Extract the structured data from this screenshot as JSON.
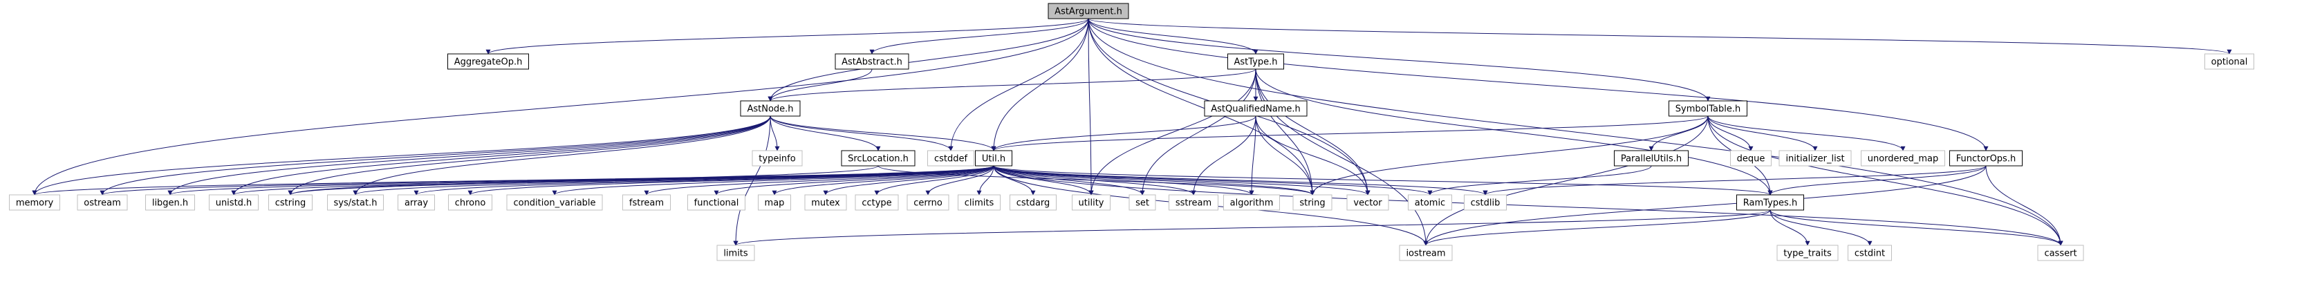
{
  "diagram": {
    "colors": {
      "edge": "#191970",
      "system_header_border": "#bfbfbf",
      "project_header_border": "#000000",
      "root_fill": "#bfbfbf",
      "node_fill": "#ffffff",
      "text": "#000000"
    },
    "nodes": [
      {
        "id": "AstArgument.h",
        "label": "AstArgument.h",
        "kind": "root"
      },
      {
        "id": "AggregateOp.h",
        "label": "AggregateOp.h",
        "kind": "project"
      },
      {
        "id": "AstAbstract.h",
        "label": "AstAbstract.h",
        "kind": "project"
      },
      {
        "id": "AstType.h",
        "label": "AstType.h",
        "kind": "project"
      },
      {
        "id": "optional",
        "label": "optional",
        "kind": "system"
      },
      {
        "id": "AstNode.h",
        "label": "AstNode.h",
        "kind": "project"
      },
      {
        "id": "AstQualifiedName.h",
        "label": "AstQualifiedName.h",
        "kind": "project"
      },
      {
        "id": "SymbolTable.h",
        "label": "SymbolTable.h",
        "kind": "project"
      },
      {
        "id": "typeinfo",
        "label": "typeinfo",
        "kind": "system"
      },
      {
        "id": "SrcLocation.h",
        "label": "SrcLocation.h",
        "kind": "project"
      },
      {
        "id": "cstddef",
        "label": "cstddef",
        "kind": "system"
      },
      {
        "id": "Util.h",
        "label": "Util.h",
        "kind": "project"
      },
      {
        "id": "ParallelUtils.h",
        "label": "ParallelUtils.h",
        "kind": "project"
      },
      {
        "id": "deque",
        "label": "deque",
        "kind": "system"
      },
      {
        "id": "initializer_list",
        "label": "initializer_list",
        "kind": "system"
      },
      {
        "id": "unordered_map",
        "label": "unordered_map",
        "kind": "system"
      },
      {
        "id": "FunctorOps.h",
        "label": "FunctorOps.h",
        "kind": "project"
      },
      {
        "id": "memory",
        "label": "memory",
        "kind": "system"
      },
      {
        "id": "ostream",
        "label": "ostream",
        "kind": "system"
      },
      {
        "id": "libgen.h",
        "label": "libgen.h",
        "kind": "system"
      },
      {
        "id": "unistd.h",
        "label": "unistd.h",
        "kind": "system"
      },
      {
        "id": "cstring",
        "label": "cstring",
        "kind": "system"
      },
      {
        "id": "sys/stat.h",
        "label": "sys/stat.h",
        "kind": "system"
      },
      {
        "id": "array",
        "label": "array",
        "kind": "system"
      },
      {
        "id": "chrono",
        "label": "chrono",
        "kind": "system"
      },
      {
        "id": "condition_variable",
        "label": "condition_variable",
        "kind": "system"
      },
      {
        "id": "fstream",
        "label": "fstream",
        "kind": "system"
      },
      {
        "id": "functional",
        "label": "functional",
        "kind": "system"
      },
      {
        "id": "map",
        "label": "map",
        "kind": "system"
      },
      {
        "id": "mutex",
        "label": "mutex",
        "kind": "system"
      },
      {
        "id": "cctype",
        "label": "cctype",
        "kind": "system"
      },
      {
        "id": "cerrno",
        "label": "cerrno",
        "kind": "system"
      },
      {
        "id": "climits",
        "label": "climits",
        "kind": "system"
      },
      {
        "id": "cstdarg",
        "label": "cstdarg",
        "kind": "system"
      },
      {
        "id": "utility",
        "label": "utility",
        "kind": "system"
      },
      {
        "id": "set",
        "label": "set",
        "kind": "system"
      },
      {
        "id": "sstream",
        "label": "sstream",
        "kind": "system"
      },
      {
        "id": "algorithm",
        "label": "algorithm",
        "kind": "system"
      },
      {
        "id": "string",
        "label": "string",
        "kind": "system"
      },
      {
        "id": "vector",
        "label": "vector",
        "kind": "system"
      },
      {
        "id": "atomic",
        "label": "atomic",
        "kind": "system"
      },
      {
        "id": "cstdlib",
        "label": "cstdlib",
        "kind": "system"
      },
      {
        "id": "RamTypes.h",
        "label": "RamTypes.h",
        "kind": "project"
      },
      {
        "id": "limits",
        "label": "limits",
        "kind": "system"
      },
      {
        "id": "iostream",
        "label": "iostream",
        "kind": "system"
      },
      {
        "id": "type_traits",
        "label": "type_traits",
        "kind": "system"
      },
      {
        "id": "cstdint",
        "label": "cstdint",
        "kind": "system"
      },
      {
        "id": "cassert",
        "label": "cassert",
        "kind": "system"
      }
    ],
    "edges": [
      [
        "AstArgument.h",
        "AggregateOp.h"
      ],
      [
        "AstArgument.h",
        "AstAbstract.h"
      ],
      [
        "AstArgument.h",
        "AstType.h"
      ],
      [
        "AstArgument.h",
        "optional"
      ],
      [
        "AstArgument.h",
        "AstNode.h"
      ],
      [
        "AstArgument.h",
        "SymbolTable.h"
      ],
      [
        "AstArgument.h",
        "FunctorOps.h"
      ],
      [
        "AstArgument.h",
        "Util.h"
      ],
      [
        "AstArgument.h",
        "memory"
      ],
      [
        "AstArgument.h",
        "cstddef"
      ],
      [
        "AstArgument.h",
        "utility"
      ],
      [
        "AstArgument.h",
        "string"
      ],
      [
        "AstArgument.h",
        "vector"
      ],
      [
        "AstArgument.h",
        "cassert"
      ],
      [
        "AstAbstract.h",
        "AstNode.h"
      ],
      [
        "AstType.h",
        "AstNode.h"
      ],
      [
        "AstType.h",
        "AstQualifiedName.h"
      ],
      [
        "AstType.h",
        "RamTypes.h"
      ],
      [
        "AstType.h",
        "utility"
      ],
      [
        "AstType.h",
        "set"
      ],
      [
        "AstType.h",
        "string"
      ],
      [
        "AstType.h",
        "vector"
      ],
      [
        "AstType.h",
        "iostream"
      ],
      [
        "AstNode.h",
        "typeinfo"
      ],
      [
        "AstNode.h",
        "SrcLocation.h"
      ],
      [
        "AstNode.h",
        "cstddef"
      ],
      [
        "AstNode.h",
        "Util.h"
      ],
      [
        "AstNode.h",
        "memory"
      ],
      [
        "AstNode.h",
        "ostream"
      ],
      [
        "AstNode.h",
        "libgen.h"
      ],
      [
        "AstNode.h",
        "unistd.h"
      ],
      [
        "AstNode.h",
        "cstring"
      ],
      [
        "AstNode.h",
        "sys/stat.h"
      ],
      [
        "AstNode.h",
        "limits"
      ],
      [
        "AstQualifiedName.h",
        "Util.h"
      ],
      [
        "AstQualifiedName.h",
        "sstream"
      ],
      [
        "AstQualifiedName.h",
        "algorithm"
      ],
      [
        "AstQualifiedName.h",
        "string"
      ],
      [
        "AstQualifiedName.h",
        "vector"
      ],
      [
        "SymbolTable.h",
        "Util.h"
      ],
      [
        "SymbolTable.h",
        "ParallelUtils.h"
      ],
      [
        "SymbolTable.h",
        "deque"
      ],
      [
        "SymbolTable.h",
        "initializer_list"
      ],
      [
        "SymbolTable.h",
        "unordered_map"
      ],
      [
        "SymbolTable.h",
        "string"
      ],
      [
        "SymbolTable.h",
        "iostream"
      ],
      [
        "SymbolTable.h",
        "cassert"
      ],
      [
        "SymbolTable.h",
        "RamTypes.h"
      ],
      [
        "SrcLocation.h",
        "cstring"
      ],
      [
        "SrcLocation.h",
        "string"
      ],
      [
        "ParallelUtils.h",
        "atomic"
      ],
      [
        "FunctorOps.h",
        "RamTypes.h"
      ],
      [
        "FunctorOps.h",
        "cstdlib"
      ],
      [
        "FunctorOps.h",
        "cassert"
      ],
      [
        "FunctorOps.h",
        "iostream"
      ],
      [
        "Util.h",
        "RamTypes.h"
      ],
      [
        "Util.h",
        "memory"
      ],
      [
        "Util.h",
        "ostream"
      ],
      [
        "Util.h",
        "libgen.h"
      ],
      [
        "Util.h",
        "unistd.h"
      ],
      [
        "Util.h",
        "cstring"
      ],
      [
        "Util.h",
        "sys/stat.h"
      ],
      [
        "Util.h",
        "array"
      ],
      [
        "Util.h",
        "chrono"
      ],
      [
        "Util.h",
        "condition_variable"
      ],
      [
        "Util.h",
        "fstream"
      ],
      [
        "Util.h",
        "functional"
      ],
      [
        "Util.h",
        "map"
      ],
      [
        "Util.h",
        "mutex"
      ],
      [
        "Util.h",
        "cctype"
      ],
      [
        "Util.h",
        "cerrno"
      ],
      [
        "Util.h",
        "climits"
      ],
      [
        "Util.h",
        "cstdarg"
      ],
      [
        "Util.h",
        "utility"
      ],
      [
        "Util.h",
        "set"
      ],
      [
        "Util.h",
        "sstream"
      ],
      [
        "Util.h",
        "algorithm"
      ],
      [
        "Util.h",
        "string"
      ],
      [
        "Util.h",
        "vector"
      ],
      [
        "Util.h",
        "atomic"
      ],
      [
        "Util.h",
        "cstdlib"
      ],
      [
        "Util.h",
        "iostream"
      ],
      [
        "Util.h",
        "cassert"
      ],
      [
        "RamTypes.h",
        "limits"
      ],
      [
        "RamTypes.h",
        "iostream"
      ],
      [
        "RamTypes.h",
        "type_traits"
      ],
      [
        "RamTypes.h",
        "cstdint"
      ],
      [
        "RamTypes.h",
        "cassert"
      ]
    ]
  }
}
